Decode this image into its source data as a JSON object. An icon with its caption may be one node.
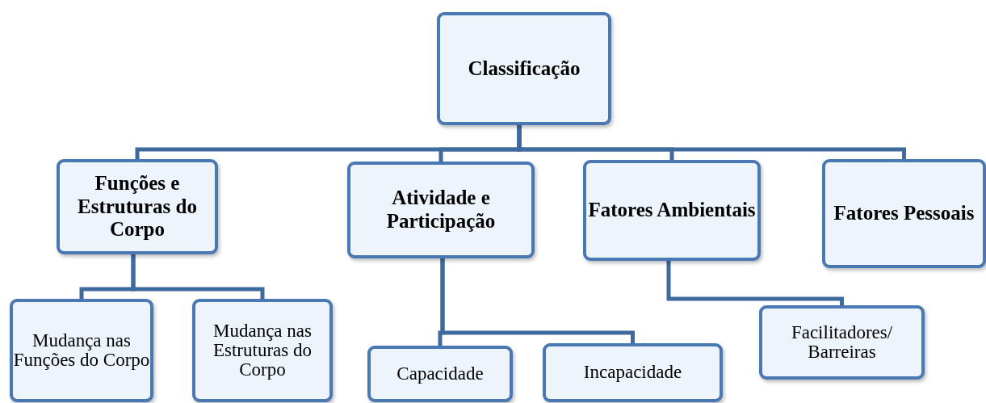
{
  "diagram": {
    "nodes": [
      {
        "text": [
          "Classificação"
        ]
      },
      {
        "text": [
          "Funções e Estruturas do Corpo"
        ]
      },
      {
        "text": [
          "Atividade e Participação"
        ]
      },
      {
        "text": [
          "Fatores Ambientais"
        ]
      },
      {
        "text": [
          "Fatores Pessoais"
        ]
      },
      {
        "text": [
          "Mudança nas Funções do Corpo"
        ]
      },
      {
        "text": [
          "Mudança nas Estruturas do Corpo"
        ]
      },
      {
        "text": [
          "Capacidade"
        ]
      },
      {
        "text": [
          "Incapacidade"
        ]
      },
      {
        "text": [
          "Facilitadores/ Barreiras"
        ]
      }
    ],
    "edges": [
      {
        "from": 0,
        "to": 1,
        "arrow": "none"
      },
      {
        "from": 0,
        "to": 2,
        "arrow": "none"
      },
      {
        "from": 0,
        "to": 3,
        "arrow": "none"
      },
      {
        "from": 0,
        "to": 4,
        "arrow": "none"
      },
      {
        "from": 1,
        "to": 5,
        "arrow": "none"
      },
      {
        "from": 1,
        "to": 6,
        "arrow": "none"
      },
      {
        "from": 2,
        "to": 7,
        "arrow": "none"
      },
      {
        "from": 2,
        "to": 8,
        "arrow": "none"
      },
      {
        "from": 3,
        "to": 9,
        "arrow": "none"
      }
    ]
  }
}
